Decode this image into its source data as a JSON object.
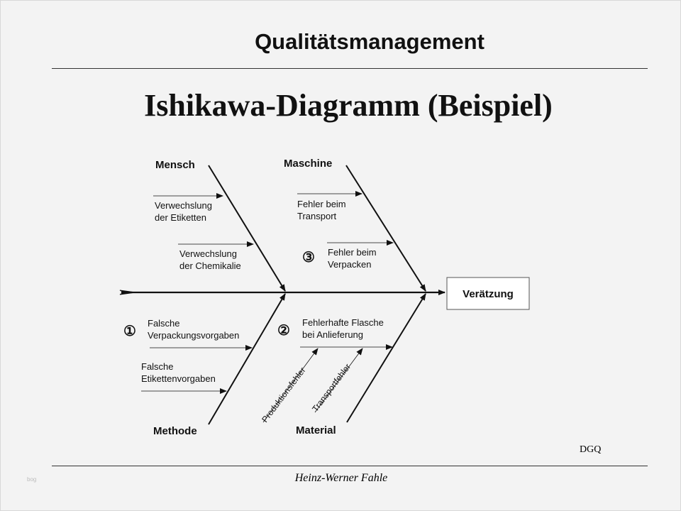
{
  "header": {
    "title": "Qualitätsmanagement"
  },
  "slide_title": "Ishikawa-Diagramm (Beispiel)",
  "diagram": {
    "effect": "Verätzung",
    "categories": {
      "mensch": "Mensch",
      "maschine": "Maschine",
      "methode": "Methode",
      "material": "Material"
    },
    "causes": {
      "mensch1": [
        "Verwechslung",
        "der Etiketten"
      ],
      "mensch2": [
        "Verwechslung",
        "der Chemikalie"
      ],
      "maschine1": [
        "Fehler beim",
        "Transport"
      ],
      "maschine2": [
        "Fehler beim",
        "Verpacken"
      ],
      "methode1": [
        "Falsche",
        "Verpackungsvorgaben"
      ],
      "methode2": [
        "Falsche",
        "Etikettenvorgaben"
      ],
      "material1": [
        "Fehlerhafte Flasche",
        "bei Anlieferung"
      ],
      "material_sub1": "Produktionsfehler",
      "material_sub2": "Transportfehler"
    },
    "markers": {
      "one": "①",
      "two": "②",
      "three": "③"
    }
  },
  "source": "DGQ",
  "footer": {
    "author": "Heinz-Werner Fahle"
  },
  "watermark": "bog"
}
